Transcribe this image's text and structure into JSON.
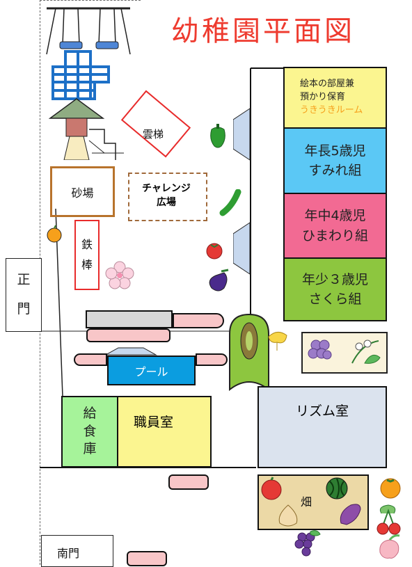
{
  "title": "幼稚園平面図",
  "rooms": {
    "picture_book": {
      "line1": "絵本の部屋兼",
      "line2": "預かり保育",
      "line3": "うきうきルーム"
    },
    "nencho": {
      "line1": "年長5歳児",
      "line2": "すみれ組"
    },
    "nenchu": {
      "line1": "年中4歳児",
      "line2": "ひまわり組"
    },
    "nensho": {
      "line1": "年少３歳児",
      "line2": "さくら組"
    },
    "rhythm": "リズム室",
    "staff": "職員室",
    "kitchen": [
      "給",
      "食",
      "庫"
    ],
    "pool": "プール"
  },
  "yard": {
    "ladder": "雲梯",
    "sandbox": "砂場",
    "challenge_line1": "チャレンジ",
    "challenge_line2": "広場",
    "iron_bar": [
      "鉄",
      "棒"
    ],
    "field": "畑"
  },
  "gates": {
    "main": [
      "正",
      "門"
    ],
    "south": "南門"
  },
  "colors": {
    "title": "#ee3b2f",
    "picture_book": "#fbf590",
    "nencho": "#5bc8f5",
    "nenchu": "#f26a93",
    "nensho": "#8dc63f",
    "rhythm": "#dbe3ee",
    "staff": "#fbf590",
    "kitchen": "#a6f39a",
    "pool": "#0b9de0",
    "sandbox": "#b8732c",
    "ladder": "#e82b2b",
    "challenge": "#a0693a",
    "accent_orange": "#f6a01b"
  }
}
